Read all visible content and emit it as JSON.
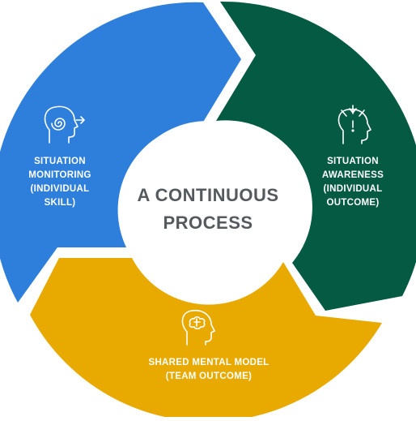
{
  "center": {
    "line1": "A CONTINUOUS",
    "line2": "PROCESS"
  },
  "segments": {
    "monitoring": {
      "lines": [
        "SITUATION",
        "MONITORING",
        "(INDIVIDUAL",
        "SKILL)"
      ],
      "color": "#2e7fdc",
      "icon": "spiral-head-icon"
    },
    "awareness": {
      "lines": [
        "SITUATION",
        "AWARENESS",
        "(INDIVIDUAL",
        "OUTCOME)"
      ],
      "color": "#055a43",
      "icon": "alert-head-icon"
    },
    "shared": {
      "lines": [
        "SHARED MENTAL MODEL",
        "(TEAM OUTCOME)"
      ],
      "color": "#e8a900",
      "icon": "brain-head-icon"
    }
  }
}
